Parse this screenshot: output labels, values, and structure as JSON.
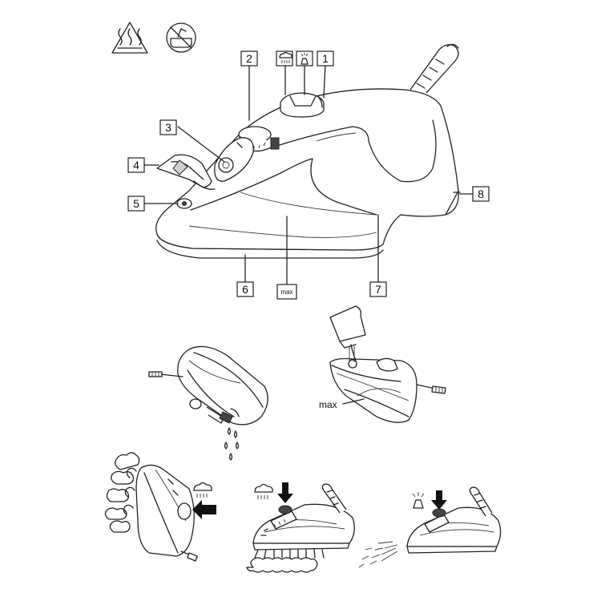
{
  "callouts": [
    {
      "id": "1",
      "label": "1"
    },
    {
      "id": "2",
      "label": "2"
    },
    {
      "id": "3",
      "label": "3"
    },
    {
      "id": "4",
      "label": "4"
    },
    {
      "id": "5",
      "label": "5"
    },
    {
      "id": "6",
      "label": "6"
    },
    {
      "id": "7",
      "label": "7"
    },
    {
      "id": "8",
      "label": "8"
    }
  ],
  "max_marker_main": "max",
  "max_marker_fill": "max",
  "icons": {
    "warning": "hot-surface-warning-icon",
    "no_bath": "do-not-immerse-icon",
    "steam_burst": "steam-burst-icon",
    "spray": "spray-icon"
  },
  "colors": {
    "line": "#222222",
    "background": "#ffffff",
    "shade": "#cfcfcf"
  }
}
